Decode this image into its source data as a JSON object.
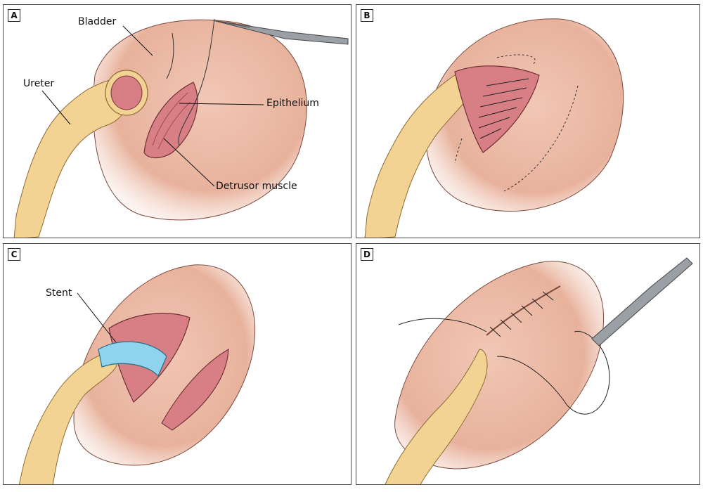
{
  "panels": [
    {
      "letter": "A",
      "labels": {
        "bladder": "Bladder",
        "ureter": "Ureter",
        "epithelium": "Epithelium",
        "detrusor": "Detrusor muscle"
      }
    },
    {
      "letter": "B"
    },
    {
      "letter": "C",
      "labels": {
        "stent": "Stent"
      }
    },
    {
      "letter": "D"
    }
  ],
  "colors": {
    "bladder": "#ecb9a4",
    "bladder_shadow": "#d89b84",
    "muscle": "#d87f86",
    "muscle_dark": "#b85a63",
    "ureter": "#f2d394",
    "ureter_dark": "#c9a25a",
    "stent": "#8fd3ec",
    "instrument": "#9aa0a6"
  }
}
